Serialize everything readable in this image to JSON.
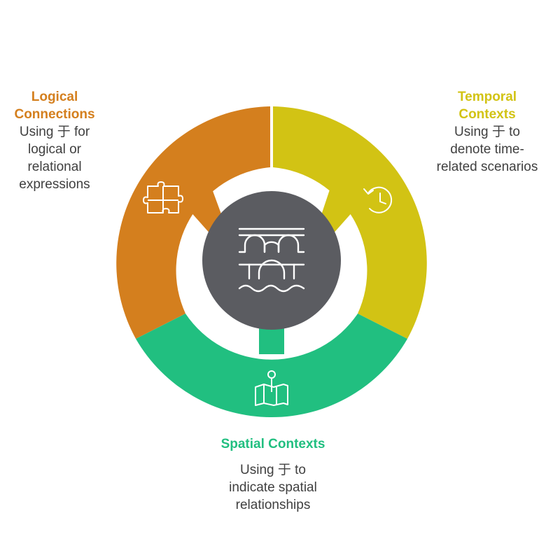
{
  "colors": {
    "logical": "#D47F1E",
    "temporal": "#D2C314",
    "spatial": "#21BF80",
    "center": "#5B5C61",
    "white": "#FFFFFF"
  },
  "segments": [
    {
      "key": "logical",
      "title_lines": [
        "Logical",
        "Connections"
      ],
      "desc_lines": [
        "Using 于 for",
        "logical or",
        "relational",
        "expressions"
      ],
      "icon": "puzzle-icon"
    },
    {
      "key": "temporal",
      "title_lines": [
        "Temporal",
        "Contexts"
      ],
      "desc_lines": [
        "Using 于 to",
        "denote time-",
        "related scenarios"
      ],
      "icon": "clock-history-icon"
    },
    {
      "key": "spatial",
      "title_lines": [
        "Spatial Contexts"
      ],
      "desc_lines": [
        "Using 于 to",
        "indicate spatial",
        "relationships"
      ],
      "icon": "map-pin-icon"
    }
  ],
  "center_icon": "bridge-icon"
}
